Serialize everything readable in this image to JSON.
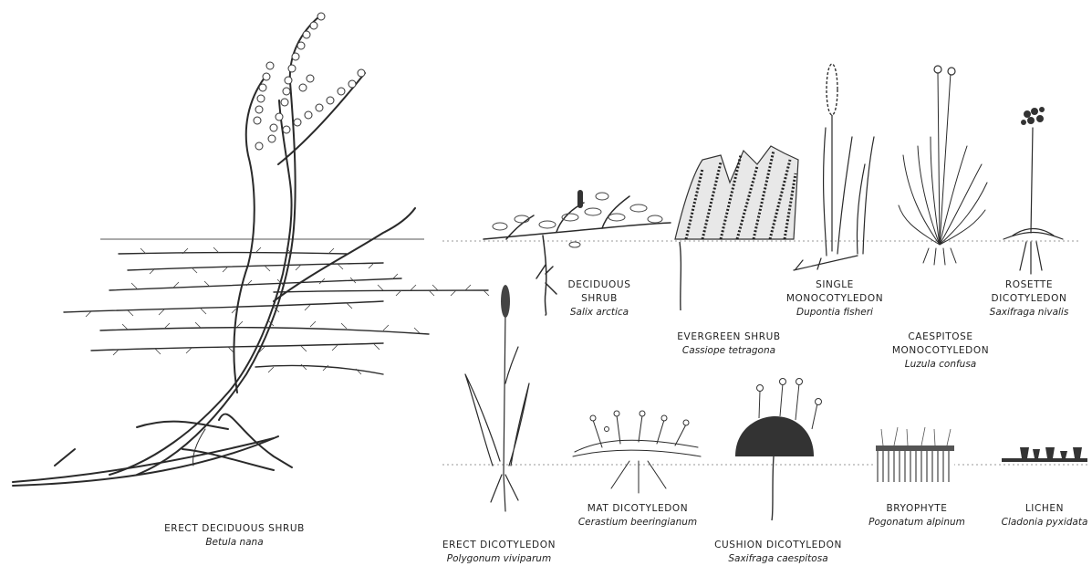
{
  "plants": [
    {
      "type": "ERECT DECIDUOUS SHRUB",
      "species": "Betula nana",
      "icon": "erect-deciduous-shrub"
    },
    {
      "type": "DECIDUOUS SHRUB",
      "species": "Salix arctica",
      "icon": "deciduous-shrub"
    },
    {
      "type": "EVERGREEN SHRUB",
      "species": "Cassiope tetragona",
      "icon": "evergreen-shrub"
    },
    {
      "type": "SINGLE MONOCOTYLEDON",
      "species": "Dupontia fisheri",
      "icon": "single-monocotyledon"
    },
    {
      "type": "CAESPITOSE MONOCOTYLEDON",
      "species": "Luzula confusa",
      "icon": "caespitose-monocotyledon"
    },
    {
      "type": "ROSETTE DICOTYLEDON",
      "species": "Saxifraga nivalis",
      "icon": "rosette-dicotyledon"
    },
    {
      "type": "ERECT DICOTYLEDON",
      "species": "Polygonum viviparum",
      "icon": "erect-dicotyledon"
    },
    {
      "type": "MAT DICOTYLEDON",
      "species": "Cerastium beeringianum",
      "icon": "mat-dicotyledon"
    },
    {
      "type": "CUSHION DICOTYLEDON",
      "species": "Saxifraga caespitosa",
      "icon": "cushion-dicotyledon"
    },
    {
      "type": "BRYOPHYTE",
      "species": "Pogonatum alpinum",
      "icon": "bryophyte"
    },
    {
      "type": "LICHEN",
      "species": "Cladonia pyxidata",
      "icon": "lichen"
    }
  ]
}
